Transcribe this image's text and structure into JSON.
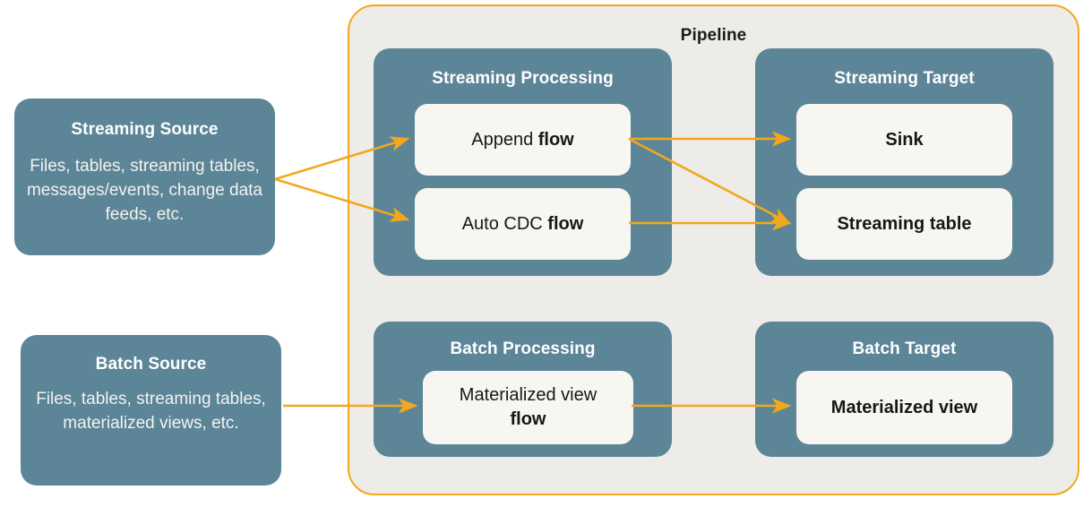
{
  "pipeline": {
    "title": "Pipeline",
    "border_color": "#f2a81d",
    "background_color": "#edece8"
  },
  "colors": {
    "teal": "#5c8597",
    "card": "#f7f6f1",
    "arrow": "#f2a81d",
    "text_dark": "#171717",
    "text_light": "#ffffff"
  },
  "sources": {
    "streaming": {
      "title": "Streaming Source",
      "body": "Files, tables, streaming tables, messages/events, change data feeds, etc."
    },
    "batch": {
      "title": "Batch Source",
      "body": "Files, tables, streaming tables, materialized views, etc."
    }
  },
  "streaming_processing": {
    "title": "Streaming Processing",
    "cards": [
      {
        "prefix": "Append ",
        "emphasis": "flow"
      },
      {
        "prefix": "Auto CDC ",
        "emphasis": "flow"
      }
    ]
  },
  "streaming_target": {
    "title": "Streaming Target",
    "cards": [
      {
        "label": "Sink"
      },
      {
        "label": "Streaming table"
      }
    ]
  },
  "batch_processing": {
    "title": "Batch Processing",
    "cards": [
      {
        "prefix": "Materialized view",
        "emphasis": "flow"
      }
    ]
  },
  "batch_target": {
    "title": "Batch Target",
    "cards": [
      {
        "label": "Materialized view"
      }
    ]
  },
  "connections": [
    {
      "from": "streaming-source",
      "to": "append-flow"
    },
    {
      "from": "streaming-source",
      "to": "auto-cdc-flow"
    },
    {
      "from": "append-flow",
      "to": "sink"
    },
    {
      "from": "append-flow",
      "to": "streaming-table"
    },
    {
      "from": "auto-cdc-flow",
      "to": "streaming-table"
    },
    {
      "from": "batch-source",
      "to": "materialized-view-flow"
    },
    {
      "from": "materialized-view-flow",
      "to": "materialized-view-target"
    }
  ]
}
